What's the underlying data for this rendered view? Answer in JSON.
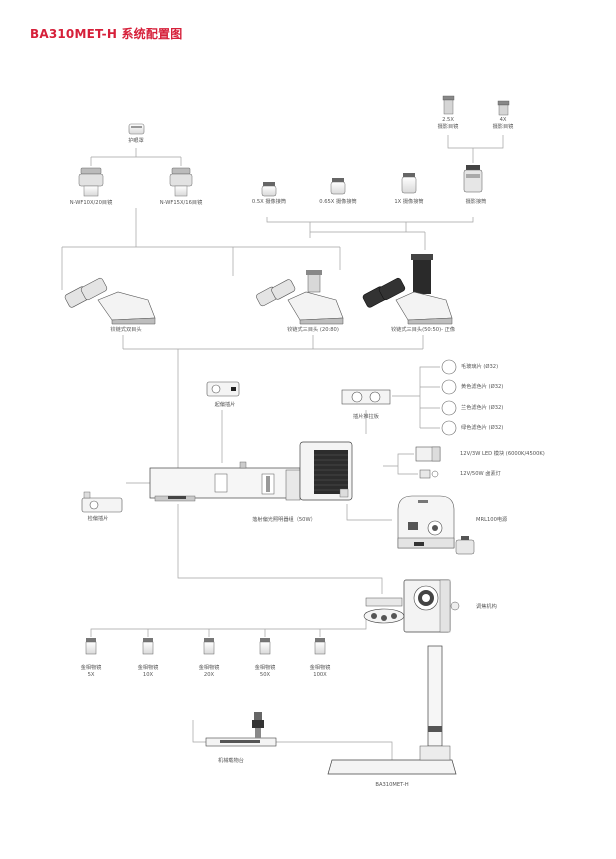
{
  "title": "BA310MET-H 系统配置图",
  "labels": {
    "eyepiece_guard": "护眼罩",
    "eyepiece_10x": "N-WF10X/20目镜",
    "eyepiece_15x": "N-WF15X/16目镜",
    "photo_2_5x": "2.5X",
    "photo_2_5x_name": "摄影目镜",
    "photo_4x": "4X",
    "photo_4x_name": "摄影目镜",
    "adapter_05": "0.5X 摄像接筒",
    "adapter_065": "0.65X 摄像接筒",
    "adapter_1x": "1X 摄像接筒",
    "adapter_photo": "摄影接筒",
    "head_binocular": "铰链式双目头",
    "head_trino_2080": "铰链式三目头 (20:80)",
    "head_trino_5050": "铰链式三目头(50:50)- 正像",
    "polarizer": "起偏插片",
    "filter_slider": "插片推拉板",
    "filter_frosted": "毛玻璃片 (Ø32)",
    "filter_yellow": "黄色滤色片 (Ø32)",
    "filter_blue": "兰色滤色片 (Ø32)",
    "filter_green": "绿色滤色片 (Ø32)",
    "led_module": "12V/3W LED 模块 (6000K/4500K)",
    "halogen": "12V/50W 卤素灯",
    "analyzer": "检偏插片",
    "illuminator": "落射偏光照明器组（50W）",
    "power": "MRL100电源",
    "focus": "调焦机构",
    "obj_5x_a": "金相物镜",
    "obj_5x_b": "5X",
    "obj_10x_a": "金相物镜",
    "obj_10x_b": "10X",
    "obj_20x_a": "金相物镜",
    "obj_20x_b": "20X",
    "obj_50x_a": "金相物镜",
    "obj_50x_b": "50X",
    "obj_100x_a": "金相物镜",
    "obj_100x_b": "100X",
    "stage": "机械载物台",
    "stand": "BA310MET-H"
  },
  "colors": {
    "accent": "#d6203a",
    "line": "#9a9a9a",
    "part_fill": "#f2f2f2",
    "part_dark": "#2a2a2a"
  }
}
